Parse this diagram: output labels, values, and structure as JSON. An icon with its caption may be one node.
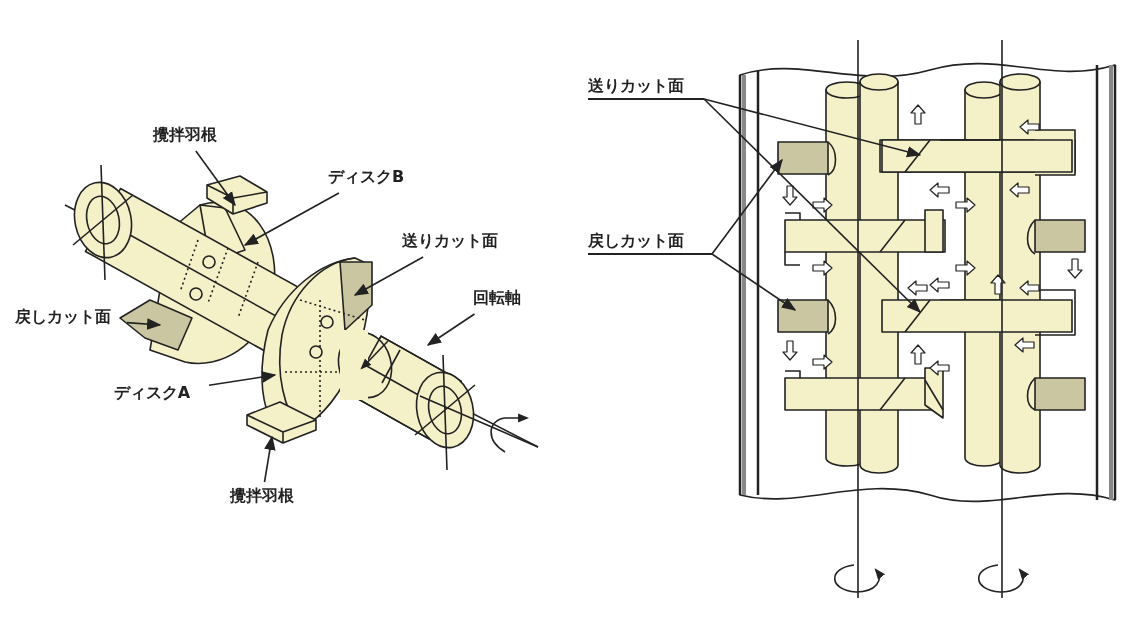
{
  "diagram": {
    "nodes": [
      {
        "text": [
          "攪拌羽根"
        ]
      },
      {
        "text": [
          "ディスクB"
        ]
      },
      {
        "text": [
          "送りカット面"
        ]
      },
      {
        "text": [
          "回転軸"
        ]
      },
      {
        "text": [
          "戻しカット面"
        ]
      },
      {
        "text": [
          "ディスクA"
        ]
      },
      {
        "text": [
          "攪拌羽根"
        ]
      },
      {
        "text": [
          "送りカット面"
        ]
      },
      {
        "text": [
          "戻しカット面"
        ]
      }
    ],
    "edges": [
      {
        "from": 0,
        "to": null,
        "arrow": "to"
      },
      {
        "from": 1,
        "to": null,
        "arrow": "to"
      },
      {
        "from": 2,
        "to": null,
        "arrow": "to"
      },
      {
        "from": 3,
        "to": null,
        "arrow": "to"
      },
      {
        "from": 4,
        "to": null,
        "arrow": "to"
      },
      {
        "from": 5,
        "to": null,
        "arrow": "to"
      },
      {
        "from": 6,
        "to": null,
        "arrow": "to"
      },
      {
        "from": 7,
        "to": null,
        "arrow": "to"
      },
      {
        "from": 7,
        "to": null,
        "arrow": "to"
      },
      {
        "from": 8,
        "to": null,
        "arrow": "to"
      },
      {
        "from": 8,
        "to": null,
        "arrow": "to"
      }
    ]
  }
}
